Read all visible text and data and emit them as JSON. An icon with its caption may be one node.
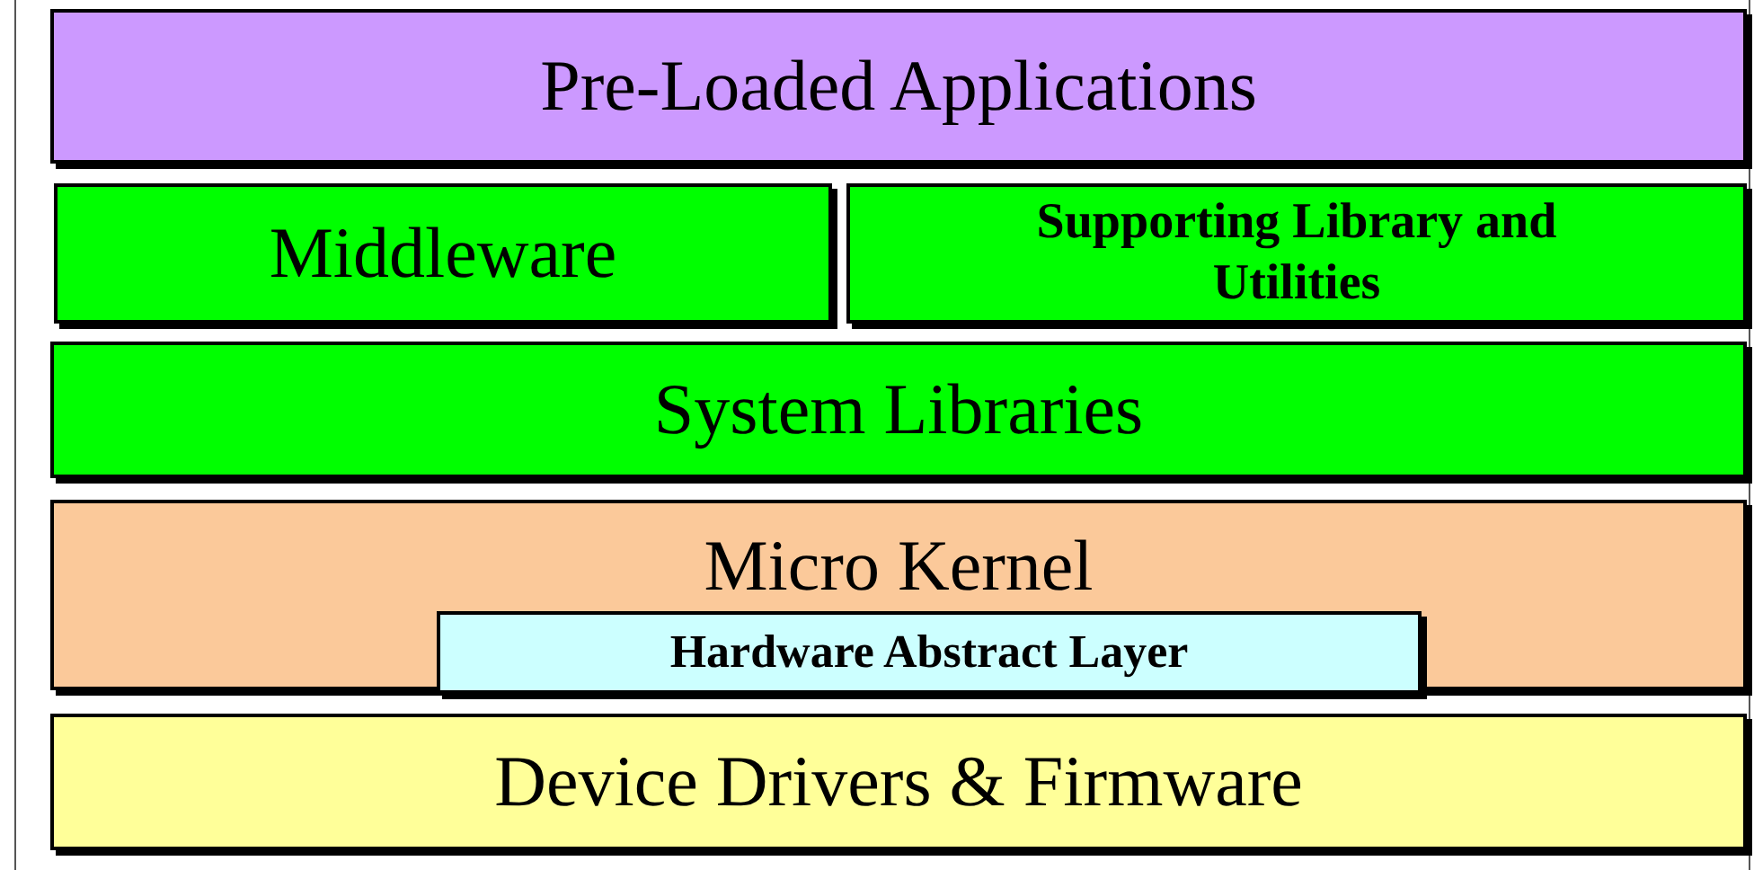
{
  "diagram": {
    "nodes": [
      {
        "text": [
          "Pre-Loaded Applications"
        ]
      },
      {
        "text": [
          "Middleware"
        ]
      },
      {
        "text": [
          "Supporting Library and Utilities"
        ]
      },
      {
        "text": [
          "System Libraries"
        ]
      },
      {
        "text": [
          "Micro Kernel"
        ]
      },
      {
        "text": [
          "Hardware Abstract Layer"
        ],
        "in": 4
      },
      {
        "text": [
          "Device Drivers & Firmware"
        ]
      }
    ]
  }
}
